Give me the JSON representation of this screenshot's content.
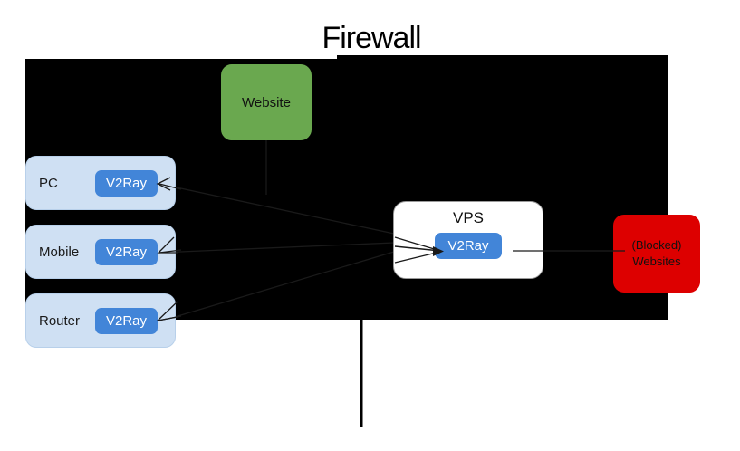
{
  "diagram": {
    "title": "Firewall",
    "nodes": {
      "website": {
        "label": "Website",
        "color": "#6AA84F"
      },
      "blocked": {
        "line1": "(Blocked)",
        "line2": "Websites",
        "color": "#DD0000"
      },
      "vps": {
        "label": "VPS",
        "proxy_label": "V2Ray",
        "color": "#FFFFFF"
      },
      "devices": [
        {
          "label": "PC",
          "proxy_label": "V2Ray"
        },
        {
          "label": "Mobile",
          "proxy_label": "V2Ray"
        },
        {
          "label": "Router",
          "proxy_label": "V2Ray"
        }
      ]
    },
    "colors": {
      "firewall_mask": "#000000",
      "device_box": "#CFE0F3",
      "proxy_chip": "#4285D8",
      "website_green": "#6AA84F",
      "blocked_red": "#DD0000",
      "wire": "#1a1a1a"
    }
  }
}
